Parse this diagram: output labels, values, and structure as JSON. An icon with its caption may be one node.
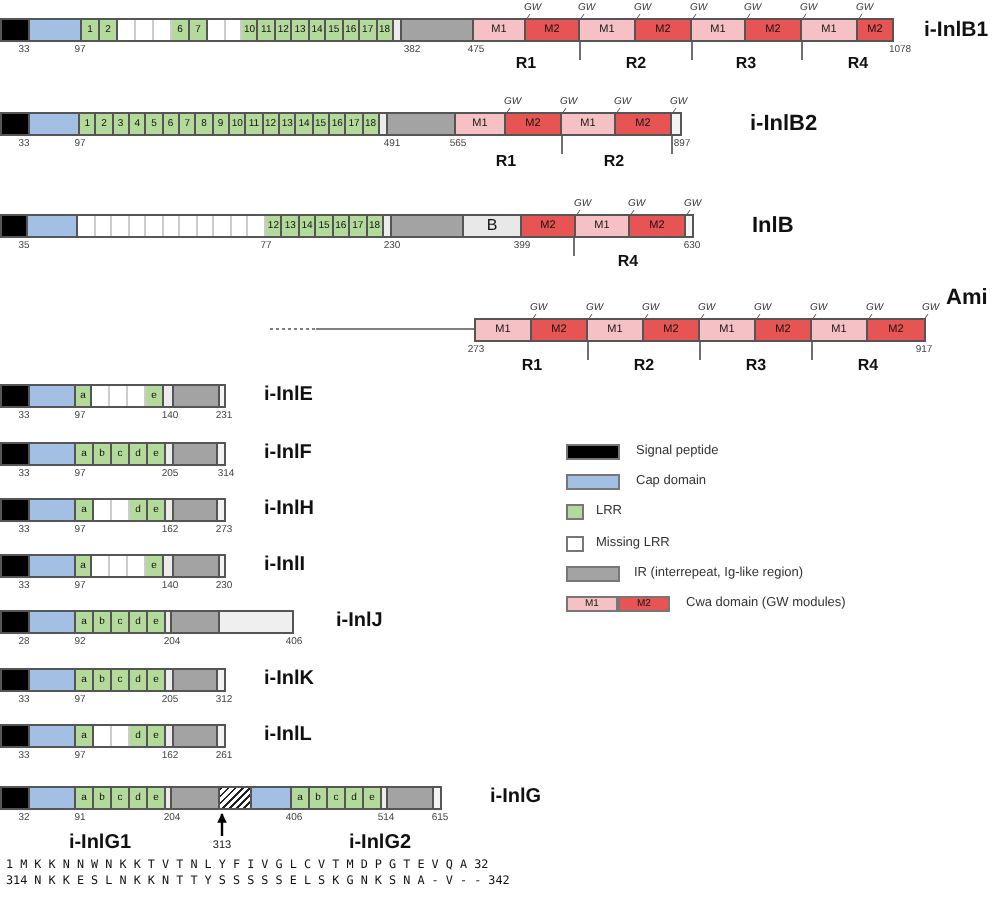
{
  "diagram": {
    "nodes": [
      {
        "text": [
          "i-InlB1"
        ],
        "beside": [
          "33",
          "97",
          "382",
          "475",
          "1078"
        ]
      },
      {
        "text": [],
        "shape": "box",
        "in": 0
      },
      {
        "text": [],
        "shape": "box",
        "in": 0
      },
      {
        "text": [
          "1"
        ],
        "in": 0
      },
      {
        "text": [
          "2"
        ],
        "in": 0
      },
      {
        "text": [],
        "shape": "box",
        "in": 0
      },
      {
        "text": [],
        "shape": "box",
        "in": 0
      },
      {
        "text": [],
        "shape": "box",
        "in": 0
      },
      {
        "text": [
          "6"
        ],
        "in": 0
      },
      {
        "text": [
          "7"
        ],
        "in": 0
      },
      {
        "text": [],
        "shape": "box",
        "in": 0
      },
      {
        "text": [],
        "shape": "box",
        "in": 0
      },
      {
        "text": [
          "10"
        ],
        "in": 0
      },
      {
        "text": [
          "11"
        ],
        "in": 0
      },
      {
        "text": [
          "12"
        ],
        "in": 0
      },
      {
        "text": [
          "13"
        ],
        "in": 0
      },
      {
        "text": [
          "14"
        ],
        "in": 0
      },
      {
        "text": [
          "15"
        ],
        "in": 0
      },
      {
        "text": [
          "16"
        ],
        "in": 0
      },
      {
        "text": [
          "17"
        ],
        "in": 0
      },
      {
        "text": [
          "18"
        ],
        "in": 0
      },
      {
        "text": [],
        "shape": "box",
        "in": 0
      },
      {
        "text": [],
        "shape": "box",
        "in": 0
      },
      {
        "text": [
          "M1"
        ],
        "in": 0,
        "beside": [
          "GW"
        ]
      },
      {
        "text": [
          "M2"
        ],
        "in": 0,
        "beside": [
          "GW"
        ]
      },
      {
        "text": [
          "M1"
        ],
        "in": 0,
        "beside": [
          "GW"
        ]
      },
      {
        "text": [
          "M2"
        ],
        "in": 0,
        "beside": [
          "GW"
        ]
      },
      {
        "text": [
          "M1"
        ],
        "in": 0,
        "beside": [
          "GW"
        ]
      },
      {
        "text": [
          "M2"
        ],
        "in": 0,
        "beside": [
          "GW"
        ]
      },
      {
        "text": [
          "M1"
        ],
        "in": 0,
        "beside": [
          "GW"
        ]
      },
      {
        "text": [
          "M2"
        ],
        "in": 0
      },
      {
        "text": [
          "i-InlB2"
        ],
        "beside": [
          "33",
          "97",
          "491",
          "565",
          "897"
        ]
      },
      {
        "text": [],
        "shape": "box",
        "in": 31
      },
      {
        "text": [],
        "shape": "box",
        "in": 31
      },
      {
        "text": [
          "1"
        ],
        "in": 31
      },
      {
        "text": [
          "2"
        ],
        "in": 31
      },
      {
        "text": [
          "3"
        ],
        "in": 31
      },
      {
        "text": [
          "4"
        ],
        "in": 31
      },
      {
        "text": [
          "5"
        ],
        "in": 31
      },
      {
        "text": [
          "6"
        ],
        "in": 31
      },
      {
        "text": [
          "7"
        ],
        "in": 31
      },
      {
        "text": [
          "8"
        ],
        "in": 31
      },
      {
        "text": [
          "9"
        ],
        "in": 31
      },
      {
        "text": [
          "10"
        ],
        "in": 31
      },
      {
        "text": [
          "11"
        ],
        "in": 31
      },
      {
        "text": [
          "12"
        ],
        "in": 31
      },
      {
        "text": [
          "13"
        ],
        "in": 31
      },
      {
        "text": [
          "14"
        ],
        "in": 31
      },
      {
        "text": [
          "15"
        ],
        "in": 31
      },
      {
        "text": [
          "16"
        ],
        "in": 31
      },
      {
        "text": [
          "17"
        ],
        "in": 31
      },
      {
        "text": [
          "18"
        ],
        "in": 31
      },
      {
        "text": [],
        "shape": "box",
        "in": 31
      },
      {
        "text": [],
        "shape": "box",
        "in": 31
      },
      {
        "text": [
          "M1"
        ],
        "in": 31,
        "beside": [
          "GW"
        ]
      },
      {
        "text": [
          "M2"
        ],
        "in": 31,
        "beside": [
          "GW"
        ]
      },
      {
        "text": [
          "M1"
        ],
        "in": 31,
        "beside": [
          "GW"
        ]
      },
      {
        "text": [
          "M2"
        ],
        "in": 31,
        "beside": [
          "GW"
        ]
      },
      {
        "text": [],
        "shape": "box",
        "in": 31
      },
      {
        "text": [
          "InlB"
        ],
        "beside": [
          "35",
          "77",
          "230",
          "399",
          "630"
        ]
      },
      {
        "text": [],
        "shape": "box",
        "in": 59
      },
      {
        "text": [],
        "shape": "box",
        "in": 59
      },
      {
        "text": [],
        "shape": "box",
        "in": 59
      },
      {
        "text": [],
        "shape": "box",
        "in": 59
      },
      {
        "text": [],
        "shape": "box",
        "in": 59
      },
      {
        "text": [],
        "shape": "box",
        "in": 59
      },
      {
        "text": [],
        "shape": "box",
        "in": 59
      },
      {
        "text": [],
        "shape": "box",
        "in": 59
      },
      {
        "text": [],
        "shape": "box",
        "in": 59
      },
      {
        "text": [],
        "shape": "box",
        "in": 59
      },
      {
        "text": [],
        "shape": "box",
        "in": 59
      },
      {
        "text": [],
        "shape": "box",
        "in": 59
      },
      {
        "text": [],
        "shape": "box",
        "in": 59
      },
      {
        "text": [
          "12"
        ],
        "in": 59
      },
      {
        "text": [
          "13"
        ],
        "in": 59
      },
      {
        "text": [
          "14"
        ],
        "in": 59
      },
      {
        "text": [
          "15"
        ],
        "in": 59
      },
      {
        "text": [
          "16"
        ],
        "in": 59
      },
      {
        "text": [
          "17"
        ],
        "in": 59
      },
      {
        "text": [
          "18"
        ],
        "in": 59
      },
      {
        "text": [],
        "shape": "box",
        "in": 59
      },
      {
        "text": [],
        "shape": "box",
        "in": 59
      },
      {
        "text": [
          "B"
        ],
        "in": 59
      },
      {
        "text": [
          "M2"
        ],
        "in": 59,
        "beside": [
          "GW"
        ]
      },
      {
        "text": [
          "M1"
        ],
        "in": 59,
        "beside": [
          "GW"
        ]
      },
      {
        "text": [
          "M2"
        ],
        "in": 59,
        "beside": [
          "GW"
        ]
      },
      {
        "text": [],
        "shape": "box",
        "in": 59
      },
      {
        "text": [
          "Ami"
        ],
        "beside": [
          "273",
          "917"
        ]
      },
      {
        "text": [
          "M1"
        ],
        "in": 87,
        "beside": [
          "GW"
        ]
      },
      {
        "text": [
          "M2"
        ],
        "in": 87,
        "beside": [
          "GW"
        ]
      },
      {
        "text": [
          "M1"
        ],
        "in": 87,
        "beside": [
          "GW"
        ]
      },
      {
        "text": [
          "M2"
        ],
        "in": 87,
        "beside": [
          "GW"
        ]
      },
      {
        "text": [
          "M1"
        ],
        "in": 87,
        "beside": [
          "GW"
        ]
      },
      {
        "text": [
          "M2"
        ],
        "in": 87,
        "beside": [
          "GW"
        ]
      },
      {
        "text": [
          "M1"
        ],
        "in": 87,
        "beside": [
          "GW"
        ]
      },
      {
        "text": [
          "M2"
        ],
        "in": 87,
        "beside": [
          "GW"
        ]
      },
      {
        "text": [
          "i-InlE"
        ],
        "beside": [
          "33",
          "97",
          "140",
          "231"
        ]
      },
      {
        "text": [],
        "shape": "box",
        "in": 96
      },
      {
        "text": [],
        "shape": "box",
        "in": 96
      },
      {
        "text": [
          "a"
        ],
        "in": 96
      },
      {
        "text": [],
        "shape": "box",
        "in": 96
      },
      {
        "text": [],
        "shape": "box",
        "in": 96
      },
      {
        "text": [],
        "shape": "box",
        "in": 96
      },
      {
        "text": [
          "e"
        ],
        "in": 96
      },
      {
        "text": [],
        "shape": "box",
        "in": 96
      },
      {
        "text": [],
        "shape": "box",
        "in": 96
      },
      {
        "text": [],
        "shape": "box",
        "in": 96
      },
      {
        "text": [
          "i-InlF"
        ],
        "beside": [
          "33",
          "97",
          "205",
          "314"
        ]
      },
      {
        "text": [],
        "shape": "box",
        "in": 107
      },
      {
        "text": [],
        "shape": "box",
        "in": 107
      },
      {
        "text": [
          "a"
        ],
        "in": 107
      },
      {
        "text": [
          "b"
        ],
        "in": 107
      },
      {
        "text": [
          "c"
        ],
        "in": 107
      },
      {
        "text": [
          "d"
        ],
        "in": 107
      },
      {
        "text": [
          "e"
        ],
        "in": 107
      },
      {
        "text": [],
        "shape": "box",
        "in": 107
      },
      {
        "text": [],
        "shape": "box",
        "in": 107
      },
      {
        "text": [],
        "shape": "box",
        "in": 107
      },
      {
        "text": [
          "i-InlH"
        ],
        "beside": [
          "33",
          "97",
          "162",
          "273"
        ]
      },
      {
        "text": [],
        "shape": "box",
        "in": 118
      },
      {
        "text": [],
        "shape": "box",
        "in": 118
      },
      {
        "text": [
          "a"
        ],
        "in": 118
      },
      {
        "text": [],
        "shape": "box",
        "in": 118
      },
      {
        "text": [],
        "shape": "box",
        "in": 118
      },
      {
        "text": [
          "d"
        ],
        "in": 118
      },
      {
        "text": [
          "e"
        ],
        "in": 118
      },
      {
        "text": [],
        "shape": "box",
        "in": 118
      },
      {
        "text": [],
        "shape": "box",
        "in": 118
      },
      {
        "text": [],
        "shape": "box",
        "in": 118
      },
      {
        "text": [
          "i-InlI"
        ],
        "beside": [
          "33",
          "97",
          "140",
          "230"
        ]
      },
      {
        "text": [],
        "shape": "box",
        "in": 129
      },
      {
        "text": [],
        "shape": "box",
        "in": 129
      },
      {
        "text": [
          "a"
        ],
        "in": 129
      },
      {
        "text": [],
        "shape": "box",
        "in": 129
      },
      {
        "text": [],
        "shape": "box",
        "in": 129
      },
      {
        "text": [],
        "shape": "box",
        "in": 129
      },
      {
        "text": [
          "e"
        ],
        "in": 129
      },
      {
        "text": [],
        "shape": "box",
        "in": 129
      },
      {
        "text": [],
        "shape": "box",
        "in": 129
      },
      {
        "text": [],
        "shape": "box",
        "in": 129
      },
      {
        "text": [
          "i-InlJ"
        ],
        "beside": [
          "28",
          "92",
          "204",
          "406"
        ]
      },
      {
        "text": [],
        "shape": "box",
        "in": 140
      },
      {
        "text": [],
        "shape": "box",
        "in": 140
      },
      {
        "text": [
          "a"
        ],
        "in": 140
      },
      {
        "text": [
          "b"
        ],
        "in": 140
      },
      {
        "text": [
          "c"
        ],
        "in": 140
      },
      {
        "text": [
          "d"
        ],
        "in": 140
      },
      {
        "text": [
          "e"
        ],
        "in": 140
      },
      {
        "text": [],
        "shape": "box",
        "in": 140
      },
      {
        "text": [],
        "shape": "box",
        "in": 140
      },
      {
        "text": [],
        "shape": "box",
        "in": 140
      },
      {
        "text": [
          "i-InlK"
        ],
        "beside": [
          "33",
          "97",
          "205",
          "312"
        ]
      },
      {
        "text": [],
        "shape": "box",
        "in": 151
      },
      {
        "text": [],
        "shape": "box",
        "in": 151
      },
      {
        "text": [
          "a"
        ],
        "in": 151
      },
      {
        "text": [
          "b"
        ],
        "in": 151
      },
      {
        "text": [
          "c"
        ],
        "in": 151
      },
      {
        "text": [
          "d"
        ],
        "in": 151
      },
      {
        "text": [
          "e"
        ],
        "in": 151
      },
      {
        "text": [],
        "shape": "box",
        "in": 151
      },
      {
        "text": [],
        "shape": "box",
        "in": 151
      },
      {
        "text": [],
        "shape": "box",
        "in": 151
      },
      {
        "text": [
          "i-InlL"
        ],
        "beside": [
          "33",
          "97",
          "162",
          "261"
        ]
      },
      {
        "text": [],
        "shape": "box",
        "in": 162
      },
      {
        "text": [],
        "shape": "box",
        "in": 162
      },
      {
        "text": [
          "a"
        ],
        "in": 162
      },
      {
        "text": [],
        "shape": "box",
        "in": 162
      },
      {
        "text": [],
        "shape": "box",
        "in": 162
      },
      {
        "text": [
          "d"
        ],
        "in": 162
      },
      {
        "text": [
          "e"
        ],
        "in": 162
      },
      {
        "text": [],
        "shape": "box",
        "in": 162
      },
      {
        "text": [],
        "shape": "box",
        "in": 162
      },
      {
        "text": [],
        "shape": "box",
        "in": 162
      },
      {
        "text": [
          "i-InlG"
        ],
        "beside": [
          "32",
          "91",
          "204",
          "406",
          "514",
          "615"
        ]
      },
      {
        "text": [],
        "shape": "box",
        "in": 173
      },
      {
        "text": [],
        "shape": "box",
        "in": 173
      },
      {
        "text": [
          "a"
        ],
        "in": 173
      },
      {
        "text": [
          "b"
        ],
        "in": 173
      },
      {
        "text": [
          "c"
        ],
        "in": 173
      },
      {
        "text": [
          "d"
        ],
        "in": 173
      },
      {
        "text": [
          "e"
        ],
        "in": 173
      },
      {
        "text": [],
        "shape": "box",
        "in": 173
      },
      {
        "text": [],
        "shape": "box",
        "in": 173
      },
      {
        "text": [],
        "shape": "box",
        "in": 173
      },
      {
        "text": [],
        "shape": "box",
        "in": 173
      },
      {
        "text": [
          "a"
        ],
        "in": 173
      },
      {
        "text": [
          "b"
        ],
        "in": 173
      },
      {
        "text": [
          "c"
        ],
        "in": 173
      },
      {
        "text": [
          "d"
        ],
        "in": 173
      },
      {
        "text": [
          "e"
        ],
        "in": 173
      },
      {
        "text": [],
        "shape": "box",
        "in": 173
      },
      {
        "text": [],
        "shape": "box",
        "in": 173
      },
      {
        "text": [],
        "shape": "box",
        "in": 173
      }
    ],
    "labels": [
      "R1",
      "R2",
      "R3",
      "R4",
      "R1",
      "R2",
      "R4",
      "R1",
      "R2",
      "R3",
      "R4",
      "i-InlG1",
      "i-InlG2",
      "313",
      "1 M K K N N W N K K T V T N L Y F I V G L C V T M D P G T E V Q A 32",
      "314 N K K E S L N K K N T T Y S S S S S E L S K G N K S N A - V - - 342",
      "M1",
      "M2"
    ],
    "legend": [
      {
        "text": "Signal peptide",
        "color": "#000000"
      },
      {
        "text": "Cap domain",
        "color": "#a3bfe4"
      },
      {
        "text": "LRR",
        "color": "#b3d99b"
      },
      {
        "text": "Missing LRR",
        "color": "#ffffff"
      },
      {
        "text": "IR (interrepeat, Ig-like region)",
        "color": "#a3a3a3"
      },
      {
        "text": "Cwa domain (GW modules)"
      }
    ]
  }
}
